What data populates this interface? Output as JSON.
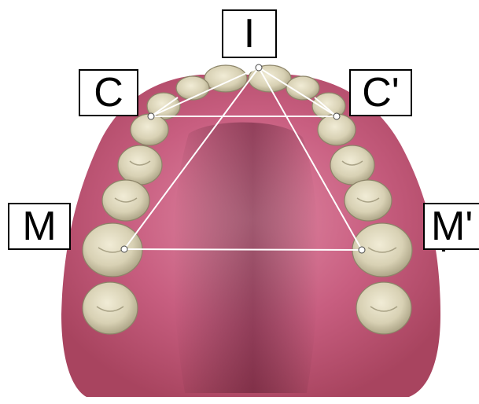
{
  "labels": {
    "incisor": "I",
    "canine_left": "C",
    "canine_right": "C'",
    "molar_left": "M",
    "molar_right": "M'"
  },
  "colors": {
    "palate": "#c05a78",
    "gum_edge": "#b34d6c",
    "tooth": "#d9d3b8",
    "tooth_shadow": "#9e977b",
    "lines": "#ffffff",
    "label_border": "#000000"
  }
}
